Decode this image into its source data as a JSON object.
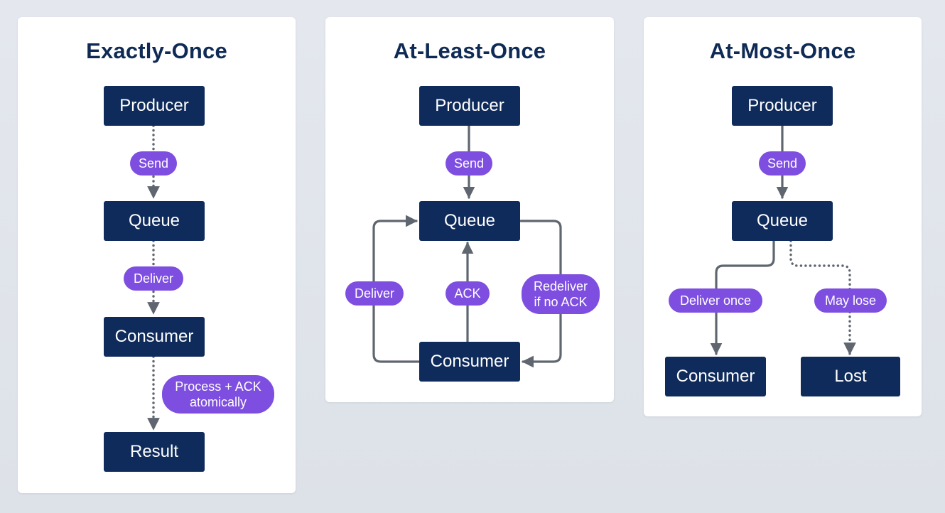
{
  "panels": [
    {
      "title": "Exactly-Once",
      "nodes": {
        "producer": "Producer",
        "queue": "Queue",
        "consumer": "Consumer",
        "result": "Result"
      },
      "labels": {
        "send": "Send",
        "deliver": "Deliver",
        "process_ack": "Process + ACK\natomically"
      }
    },
    {
      "title": "At-Least-Once",
      "nodes": {
        "producer": "Producer",
        "queue": "Queue",
        "consumer": "Consumer"
      },
      "labels": {
        "send": "Send",
        "deliver": "Deliver",
        "ack": "ACK",
        "redeliver": "Redeliver\nif no ACK"
      }
    },
    {
      "title": "At-Most-Once",
      "nodes": {
        "producer": "Producer",
        "queue": "Queue",
        "consumer": "Consumer",
        "lost": "Lost"
      },
      "labels": {
        "send": "Send",
        "deliver_once": "Deliver once",
        "may_lose": "May lose"
      }
    }
  ],
  "colors": {
    "node": "#0f2b5b",
    "label_pill": "#7e4ee0",
    "edge": "#5f6670",
    "title": "#0f2b55"
  }
}
